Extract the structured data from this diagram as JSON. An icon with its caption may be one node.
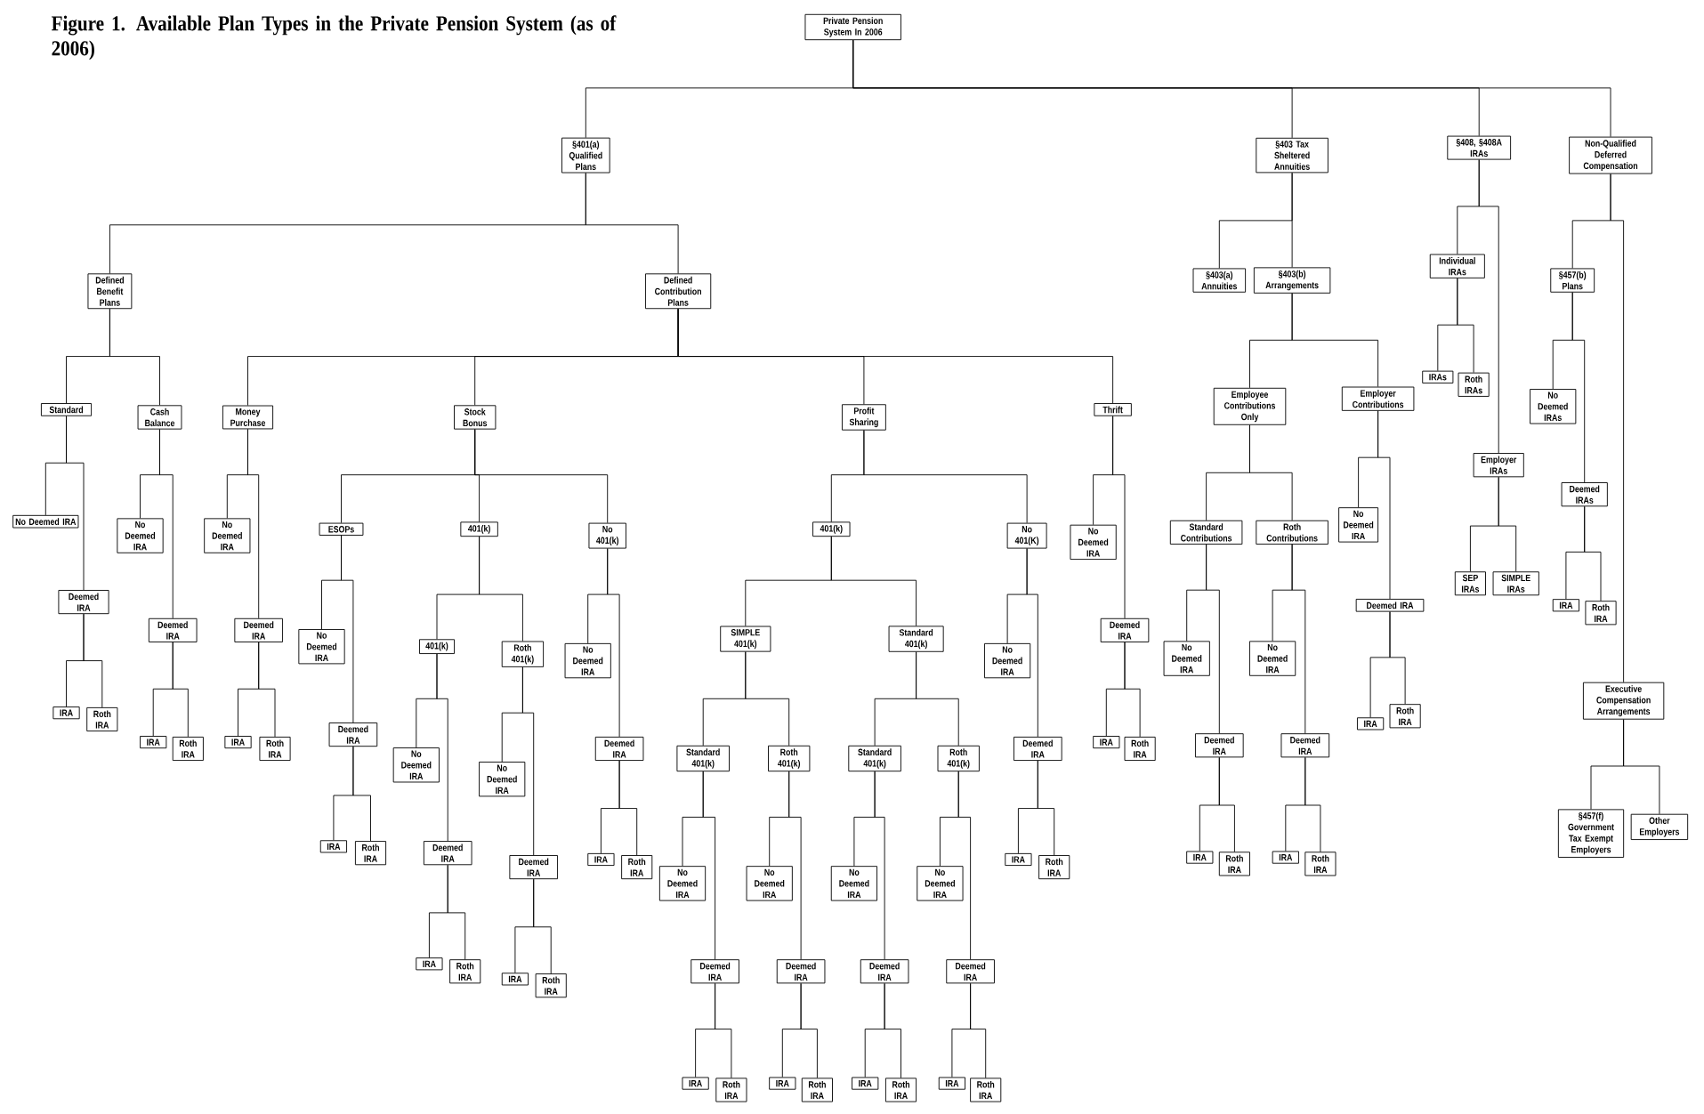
{
  "diagram": {
    "title": "Figure 1.  Available Plan Types in the Private Pension System (as of 2006)",
    "nodes": [
      {
        "text": [
          "Private Pension System In 2006"
        ]
      },
      {
        "text": [
          "§401(a) Qualified Plans"
        ]
      },
      {
        "text": [
          "§403 Tax Sheltered Annuities"
        ]
      },
      {
        "text": [
          "§408, §408A IRAs"
        ]
      },
      {
        "text": [
          "Non-Qualified Deferred Compensation"
        ]
      },
      {
        "text": [
          "Defined Benefit Plans"
        ]
      },
      {
        "text": [
          "Defined Contribution Plans"
        ]
      },
      {
        "text": [
          "Standard"
        ]
      },
      {
        "text": [
          "Cash Balance"
        ]
      },
      {
        "text": [
          "Money Purchase"
        ]
      },
      {
        "text": [
          "Stock Bonus"
        ]
      },
      {
        "text": [
          "Profit Sharing"
        ]
      },
      {
        "text": [
          "Thrift"
        ]
      },
      {
        "text": [
          "No Deemed IRA"
        ]
      },
      {
        "text": [
          "Deemed IRA"
        ]
      },
      {
        "text": [
          "IRA"
        ]
      },
      {
        "text": [
          "Roth IRA"
        ]
      },
      {
        "text": [
          "No Deemed IRA"
        ]
      },
      {
        "text": [
          "Deemed IRA"
        ]
      },
      {
        "text": [
          "IRA"
        ]
      },
      {
        "text": [
          "Roth IRA"
        ]
      },
      {
        "text": [
          "No Deemed IRA"
        ]
      },
      {
        "text": [
          "Deemed IRA"
        ]
      },
      {
        "text": [
          "IRA"
        ]
      },
      {
        "text": [
          "Roth IRA"
        ]
      },
      {
        "text": [
          "ESOPs"
        ]
      },
      {
        "text": [
          "401(k)"
        ]
      },
      {
        "text": [
          "No 401(k)"
        ]
      },
      {
        "text": [
          "No Deemed IRA"
        ]
      },
      {
        "text": [
          "Deemed IRA"
        ]
      },
      {
        "text": [
          "IRA"
        ]
      },
      {
        "text": [
          "Roth IRA"
        ]
      },
      {
        "text": [
          "401(k)"
        ]
      },
      {
        "text": [
          "Roth 401(k)"
        ]
      },
      {
        "text": [
          "No Deemed IRA"
        ]
      },
      {
        "text": [
          "Deemed IRA"
        ]
      },
      {
        "text": [
          "IRA"
        ]
      },
      {
        "text": [
          "Roth IRA"
        ]
      },
      {
        "text": [
          "No Deemed IRA"
        ]
      },
      {
        "text": [
          "Deemed IRA"
        ]
      },
      {
        "text": [
          "IRA"
        ]
      },
      {
        "text": [
          "Roth IRA"
        ]
      },
      {
        "text": [
          "No Deemed IRA"
        ]
      },
      {
        "text": [
          "Deemed IRA"
        ]
      },
      {
        "text": [
          "IRA"
        ]
      },
      {
        "text": [
          "Roth IRA"
        ]
      },
      {
        "text": [
          "401(k)"
        ]
      },
      {
        "text": [
          "No 401(K)"
        ]
      },
      {
        "text": [
          "SIMPLE 401(k)"
        ]
      },
      {
        "text": [
          "Standard 401(k)"
        ]
      },
      {
        "text": [
          "Standard 401(k)"
        ]
      },
      {
        "text": [
          "Roth 401(k)"
        ]
      },
      {
        "text": [
          "No Deemed IRA"
        ]
      },
      {
        "text": [
          "Deemed IRA"
        ]
      },
      {
        "text": [
          "IRA"
        ]
      },
      {
        "text": [
          "Roth IRA"
        ]
      },
      {
        "text": [
          "No Deemed IRA"
        ]
      },
      {
        "text": [
          "Deemed IRA"
        ]
      },
      {
        "text": [
          "IRA"
        ]
      },
      {
        "text": [
          "Roth IRA"
        ]
      },
      {
        "text": [
          "Standard 401(k)"
        ]
      },
      {
        "text": [
          "Roth 401(k)"
        ]
      },
      {
        "text": [
          "No Deemed IRA"
        ]
      },
      {
        "text": [
          "Deemed IRA"
        ]
      },
      {
        "text": [
          "IRA"
        ]
      },
      {
        "text": [
          "Roth IRA"
        ]
      },
      {
        "text": [
          "No Deemed IRA"
        ]
      },
      {
        "text": [
          "Deemed IRA"
        ]
      },
      {
        "text": [
          "IRA"
        ]
      },
      {
        "text": [
          "Roth IRA"
        ]
      },
      {
        "text": [
          "No Deemed IRA"
        ]
      },
      {
        "text": [
          "Deemed IRA"
        ]
      },
      {
        "text": [
          "IRA"
        ]
      },
      {
        "text": [
          "Roth IRA"
        ]
      },
      {
        "text": [
          "No Deemed IRA"
        ]
      },
      {
        "text": [
          "Deemed IRA"
        ]
      },
      {
        "text": [
          "IRA"
        ]
      },
      {
        "text": [
          "Roth IRA"
        ]
      },
      {
        "text": [
          "§403(a) Annuities"
        ]
      },
      {
        "text": [
          "§403(b) Arrangements"
        ]
      },
      {
        "text": [
          "Employee Contributions Only"
        ]
      },
      {
        "text": [
          "Employer Contributions"
        ]
      },
      {
        "text": [
          "Standard Contributions"
        ]
      },
      {
        "text": [
          "Roth Contributions"
        ]
      },
      {
        "text": [
          "No Deemed IRA"
        ]
      },
      {
        "text": [
          "Deemed IRA"
        ]
      },
      {
        "text": [
          "IRA"
        ]
      },
      {
        "text": [
          "Roth IRA"
        ]
      },
      {
        "text": [
          "No Deemed IRA"
        ]
      },
      {
        "text": [
          "Deemed IRA"
        ]
      },
      {
        "text": [
          "IRA"
        ]
      },
      {
        "text": [
          "Roth IRA"
        ]
      },
      {
        "text": [
          "No Deemed IRA"
        ]
      },
      {
        "text": [
          "Deemed IRA"
        ]
      },
      {
        "text": [
          "IRA"
        ]
      },
      {
        "text": [
          "Roth IRA"
        ]
      },
      {
        "text": [
          "Individual IRAs"
        ]
      },
      {
        "text": [
          "Employer IRAs"
        ]
      },
      {
        "text": [
          "IRAs"
        ]
      },
      {
        "text": [
          "Roth IRAs"
        ]
      },
      {
        "text": [
          "SEP IRAs"
        ]
      },
      {
        "text": [
          "SIMPLE IRAs"
        ]
      },
      {
        "text": [
          "§457(b) Plans"
        ]
      },
      {
        "text": [
          "Executive Compensation Arrangements"
        ]
      },
      {
        "text": [
          "No Deemed IRAs"
        ]
      },
      {
        "text": [
          "Deemed IRAs"
        ]
      },
      {
        "text": [
          "IRA"
        ]
      },
      {
        "text": [
          "Roth IRA"
        ]
      },
      {
        "text": [
          "§457(f) Government Tax Exempt Employers"
        ]
      },
      {
        "text": [
          "Other Employers"
        ]
      }
    ],
    "edges": [
      {
        "from": 0,
        "to": 1,
        "arrow": "none"
      },
      {
        "from": 0,
        "to": 2,
        "arrow": "none"
      },
      {
        "from": 0,
        "to": 3,
        "arrow": "none"
      },
      {
        "from": 0,
        "to": 4,
        "arrow": "none"
      },
      {
        "from": 1,
        "to": 5,
        "arrow": "none"
      },
      {
        "from": 1,
        "to": 6,
        "arrow": "none"
      },
      {
        "from": 5,
        "to": 7,
        "arrow": "none"
      },
      {
        "from": 5,
        "to": 8,
        "arrow": "none"
      },
      {
        "from": 6,
        "to": 9,
        "arrow": "none"
      },
      {
        "from": 6,
        "to": 10,
        "arrow": "none"
      },
      {
        "from": 6,
        "to": 11,
        "arrow": "none"
      },
      {
        "from": 6,
        "to": 12,
        "arrow": "none"
      },
      {
        "from": 7,
        "to": 13,
        "arrow": "none"
      },
      {
        "from": 7,
        "to": 14,
        "arrow": "none"
      },
      {
        "from": 14,
        "to": 15,
        "arrow": "none"
      },
      {
        "from": 14,
        "to": 16,
        "arrow": "none"
      },
      {
        "from": 8,
        "to": 17,
        "arrow": "none"
      },
      {
        "from": 8,
        "to": 18,
        "arrow": "none"
      },
      {
        "from": 18,
        "to": 19,
        "arrow": "none"
      },
      {
        "from": 18,
        "to": 20,
        "arrow": "none"
      },
      {
        "from": 9,
        "to": 21,
        "arrow": "none"
      },
      {
        "from": 9,
        "to": 22,
        "arrow": "none"
      },
      {
        "from": 22,
        "to": 23,
        "arrow": "none"
      },
      {
        "from": 22,
        "to": 24,
        "arrow": "none"
      },
      {
        "from": 10,
        "to": 25,
        "arrow": "none"
      },
      {
        "from": 10,
        "to": 26,
        "arrow": "none"
      },
      {
        "from": 10,
        "to": 27,
        "arrow": "none"
      },
      {
        "from": 25,
        "to": 28,
        "arrow": "none"
      },
      {
        "from": 25,
        "to": 29,
        "arrow": "none"
      },
      {
        "from": 29,
        "to": 30,
        "arrow": "none"
      },
      {
        "from": 29,
        "to": 31,
        "arrow": "none"
      },
      {
        "from": 26,
        "to": 32,
        "arrow": "none"
      },
      {
        "from": 26,
        "to": 33,
        "arrow": "none"
      },
      {
        "from": 32,
        "to": 34,
        "arrow": "none"
      },
      {
        "from": 32,
        "to": 35,
        "arrow": "none"
      },
      {
        "from": 35,
        "to": 36,
        "arrow": "none"
      },
      {
        "from": 35,
        "to": 37,
        "arrow": "none"
      },
      {
        "from": 33,
        "to": 38,
        "arrow": "none"
      },
      {
        "from": 33,
        "to": 39,
        "arrow": "none"
      },
      {
        "from": 39,
        "to": 40,
        "arrow": "none"
      },
      {
        "from": 39,
        "to": 41,
        "arrow": "none"
      },
      {
        "from": 27,
        "to": 42,
        "arrow": "none"
      },
      {
        "from": 27,
        "to": 43,
        "arrow": "none"
      },
      {
        "from": 43,
        "to": 44,
        "arrow": "none"
      },
      {
        "from": 43,
        "to": 45,
        "arrow": "none"
      },
      {
        "from": 11,
        "to": 46,
        "arrow": "none"
      },
      {
        "from": 11,
        "to": 47,
        "arrow": "none"
      },
      {
        "from": 46,
        "to": 48,
        "arrow": "none"
      },
      {
        "from": 46,
        "to": 49,
        "arrow": "none"
      },
      {
        "from": 48,
        "to": 50,
        "arrow": "none"
      },
      {
        "from": 48,
        "to": 51,
        "arrow": "none"
      },
      {
        "from": 50,
        "to": 52,
        "arrow": "none"
      },
      {
        "from": 50,
        "to": 53,
        "arrow": "none"
      },
      {
        "from": 53,
        "to": 54,
        "arrow": "none"
      },
      {
        "from": 53,
        "to": 55,
        "arrow": "none"
      },
      {
        "from": 51,
        "to": 56,
        "arrow": "none"
      },
      {
        "from": 51,
        "to": 57,
        "arrow": "none"
      },
      {
        "from": 57,
        "to": 58,
        "arrow": "none"
      },
      {
        "from": 57,
        "to": 59,
        "arrow": "none"
      },
      {
        "from": 49,
        "to": 60,
        "arrow": "none"
      },
      {
        "from": 49,
        "to": 61,
        "arrow": "none"
      },
      {
        "from": 60,
        "to": 62,
        "arrow": "none"
      },
      {
        "from": 60,
        "to": 63,
        "arrow": "none"
      },
      {
        "from": 63,
        "to": 64,
        "arrow": "none"
      },
      {
        "from": 63,
        "to": 65,
        "arrow": "none"
      },
      {
        "from": 61,
        "to": 66,
        "arrow": "none"
      },
      {
        "from": 61,
        "to": 67,
        "arrow": "none"
      },
      {
        "from": 67,
        "to": 68,
        "arrow": "none"
      },
      {
        "from": 67,
        "to": 69,
        "arrow": "none"
      },
      {
        "from": 47,
        "to": 70,
        "arrow": "none"
      },
      {
        "from": 47,
        "to": 71,
        "arrow": "none"
      },
      {
        "from": 71,
        "to": 72,
        "arrow": "none"
      },
      {
        "from": 71,
        "to": 73,
        "arrow": "none"
      },
      {
        "from": 12,
        "to": 74,
        "arrow": "none"
      },
      {
        "from": 12,
        "to": 75,
        "arrow": "none"
      },
      {
        "from": 75,
        "to": 76,
        "arrow": "none"
      },
      {
        "from": 75,
        "to": 77,
        "arrow": "none"
      },
      {
        "from": 2,
        "to": 78,
        "arrow": "none"
      },
      {
        "from": 2,
        "to": 79,
        "arrow": "none"
      },
      {
        "from": 79,
        "to": 80,
        "arrow": "none"
      },
      {
        "from": 79,
        "to": 81,
        "arrow": "none"
      },
      {
        "from": 80,
        "to": 82,
        "arrow": "none"
      },
      {
        "from": 80,
        "to": 83,
        "arrow": "none"
      },
      {
        "from": 82,
        "to": 84,
        "arrow": "none"
      },
      {
        "from": 82,
        "to": 85,
        "arrow": "none"
      },
      {
        "from": 85,
        "to": 86,
        "arrow": "none"
      },
      {
        "from": 85,
        "to": 87,
        "arrow": "none"
      },
      {
        "from": 83,
        "to": 88,
        "arrow": "none"
      },
      {
        "from": 83,
        "to": 89,
        "arrow": "none"
      },
      {
        "from": 89,
        "to": 90,
        "arrow": "none"
      },
      {
        "from": 89,
        "to": 91,
        "arrow": "none"
      },
      {
        "from": 81,
        "to": 92,
        "arrow": "none"
      },
      {
        "from": 81,
        "to": 93,
        "arrow": "none"
      },
      {
        "from": 93,
        "to": 94,
        "arrow": "none"
      },
      {
        "from": 93,
        "to": 95,
        "arrow": "none"
      },
      {
        "from": 3,
        "to": 96,
        "arrow": "none"
      },
      {
        "from": 3,
        "to": 97,
        "arrow": "none"
      },
      {
        "from": 96,
        "to": 98,
        "arrow": "none"
      },
      {
        "from": 96,
        "to": 99,
        "arrow": "none"
      },
      {
        "from": 97,
        "to": 100,
        "arrow": "none"
      },
      {
        "from": 97,
        "to": 101,
        "arrow": "none"
      },
      {
        "from": 4,
        "to": 102,
        "arrow": "none"
      },
      {
        "from": 4,
        "to": 103,
        "arrow": "none"
      },
      {
        "from": 102,
        "to": 104,
        "arrow": "none"
      },
      {
        "from": 102,
        "to": 105,
        "arrow": "none"
      },
      {
        "from": 105,
        "to": 106,
        "arrow": "none"
      },
      {
        "from": 105,
        "to": 107,
        "arrow": "none"
      },
      {
        "from": 103,
        "to": 108,
        "arrow": "none"
      },
      {
        "from": 103,
        "to": 109,
        "arrow": "none"
      }
    ]
  }
}
